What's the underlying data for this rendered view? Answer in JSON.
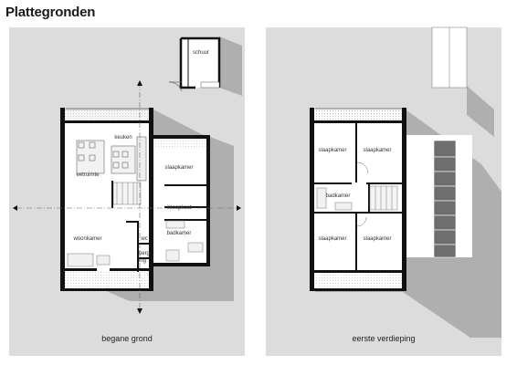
{
  "title": "Plattegronden",
  "floors": [
    {
      "caption": "begane grond",
      "rooms": {
        "schuur": "schuur",
        "keuken": "keuken",
        "eetruimte": "eetruimte",
        "woonkamer": "woonkamer",
        "slaapkamer": "slaapkamer",
        "inloopkast": "inloopkast",
        "badkamer": "badkamer",
        "wc": "wc",
        "berging_1": "berg",
        "berging_2": "ing"
      }
    },
    {
      "caption": "eerste verdieping",
      "rooms": {
        "slaapkamer_nw": "slaapkamer",
        "slaapkamer_ne": "slaapkamer",
        "badkamer": "badkamer",
        "slaapkamer_sw": "slaapkamer",
        "slaapkamer_se": "slaapkamer"
      }
    }
  ],
  "colors": {
    "panel_bg": "#dcdcdc",
    "shadow": "#aeaeae",
    "floor": "#ffffff",
    "wall": "#111111",
    "glass": "#6e6e6e"
  }
}
